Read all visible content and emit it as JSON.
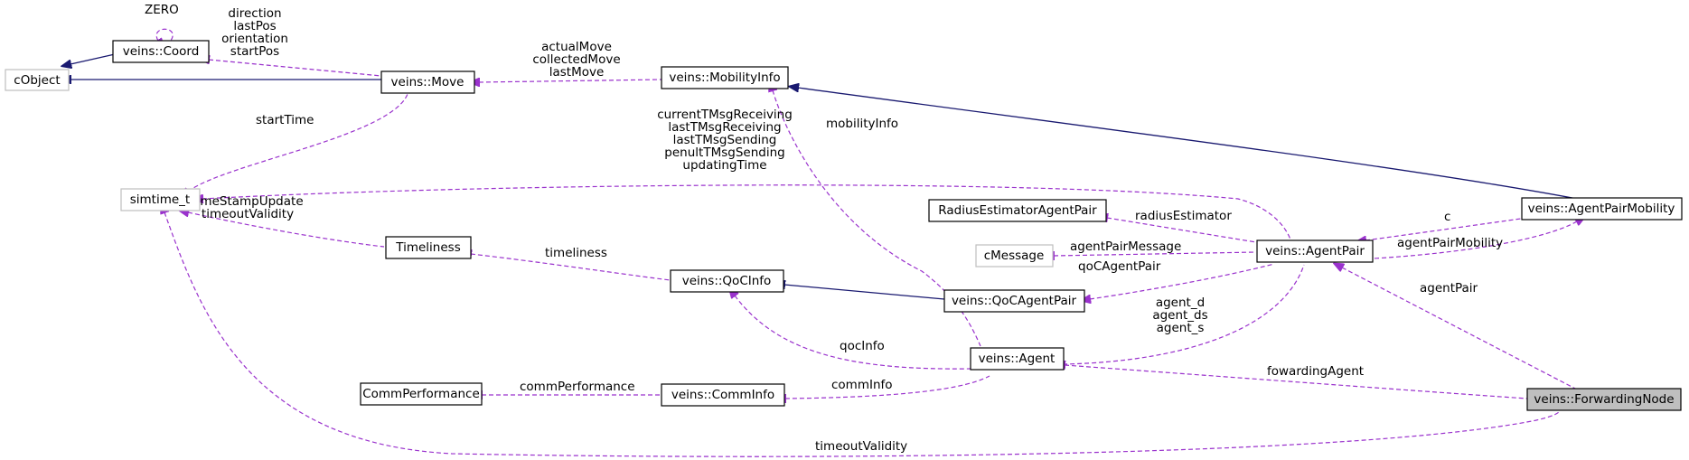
{
  "nodes": {
    "cobject": "cObject",
    "coord": "veins::Coord",
    "move": "veins::Move",
    "mobilityinfo": "veins::MobilityInfo",
    "simtime": "simtime_t",
    "timeliness": "Timeliness",
    "qocinfo": "veins::QoCInfo",
    "radiusestimator": "RadiusEstimatorAgentPair",
    "cmessage": "cMessage",
    "agentpair": "veins::AgentPair",
    "agentpairmobility": "veins::AgentPairMobility",
    "qocagentpair": "veins::QoCAgentPair",
    "agent": "veins::Agent",
    "commperformance": "CommPerformance",
    "comminfo": "veins::CommInfo",
    "forwardingnode": "veins::ForwardingNode"
  },
  "edge_labels": {
    "zero": "ZERO",
    "coord_move": [
      "direction",
      "lastPos",
      "orientation",
      "startPos"
    ],
    "move_mobility": [
      "actualMove",
      "collectedMove",
      "lastMove"
    ],
    "starttime": "startTime",
    "mobilityinfo": "mobilityInfo",
    "simtime_agentpair": [
      "currentTMsgReceiving",
      "lastTMsgReceiving",
      "lastTMsgSending",
      "penultTMsgSending",
      "updatingTime"
    ],
    "simtime_timeliness": [
      "timeStampUpdate",
      "timeoutValidity"
    ],
    "timeliness": "timeliness",
    "radiusestimator": "radiusEstimator",
    "agentpairmessage": "agentPairMessage",
    "c": "c",
    "agentpairmobility": "agentPairMobility",
    "qocagentpair": "qoCAgentPair",
    "agent_ds": [
      "agent_d",
      "agent_ds",
      "agent_s"
    ],
    "agentpair": "agentPair",
    "qocinfo": "qocInfo",
    "comminfo": "commInfo",
    "commperformance": "commPerformance",
    "fowardingagent": "fowardingAgent",
    "timeoutvalidity": "timeoutValidity"
  },
  "colors": {
    "usage_edge": "#9a32cd",
    "inheritance_edge": "#191970",
    "focus_node_fill": "#bfbfbf",
    "external_node_border": "#bfbfbf"
  }
}
